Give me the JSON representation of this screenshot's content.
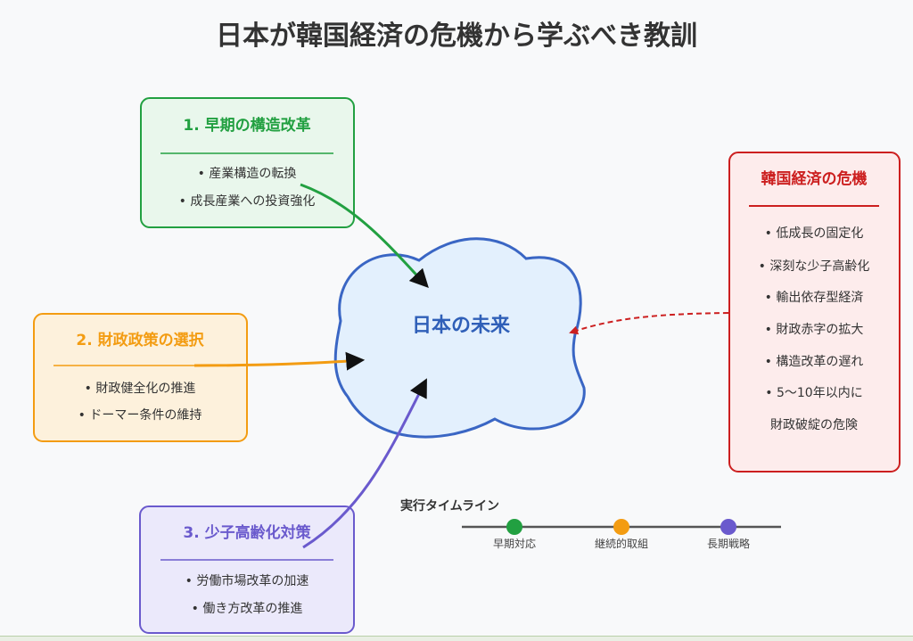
{
  "title": "日本が韓国経済の危機から学ぶべき教訓",
  "center": {
    "label": "日本の未来"
  },
  "boxes": {
    "early": {
      "title": "1. 早期の構造改革",
      "items": [
        "• 産業構造の転換",
        "• 成長産業への投資強化"
      ],
      "color": "#22a041",
      "fill": "#e9f7ec"
    },
    "fiscal": {
      "title": "2. 財政政策の選択",
      "items": [
        "• 財政健全化の推進",
        "• ドーマー条件の維持"
      ],
      "color": "#f39c12",
      "fill": "#fdf1dc"
    },
    "aging": {
      "title": "3. 少子高齢化対策",
      "items": [
        "• 労働市場改革の加速",
        "• 働き方改革の推進"
      ],
      "color": "#6a5acd",
      "fill": "#ebe9fb"
    },
    "crisis": {
      "title": "韓国経済の危機",
      "items": [
        "• 低成長の固定化",
        "• 深刻な少子高齢化",
        "• 輸出依存型経済",
        "• 財政赤字の拡大",
        "• 構造改革の遅れ",
        "• 5〜10年以内に",
        "財政破綻の危険"
      ],
      "color": "#cc1f1f",
      "fill": "#fdecec"
    }
  },
  "timeline": {
    "title": "実行タイムライン",
    "stages": [
      {
        "label": "早期対応",
        "color": "#22a041"
      },
      {
        "label": "継続的取組",
        "color": "#f39c12"
      },
      {
        "label": "長期戦略",
        "color": "#6a5acd"
      }
    ]
  },
  "colors": {
    "cloud_fill": "#e3f0fd",
    "cloud_stroke": "#3a66c4",
    "center_text": "#2f5fb8",
    "title_text": "#333333"
  }
}
